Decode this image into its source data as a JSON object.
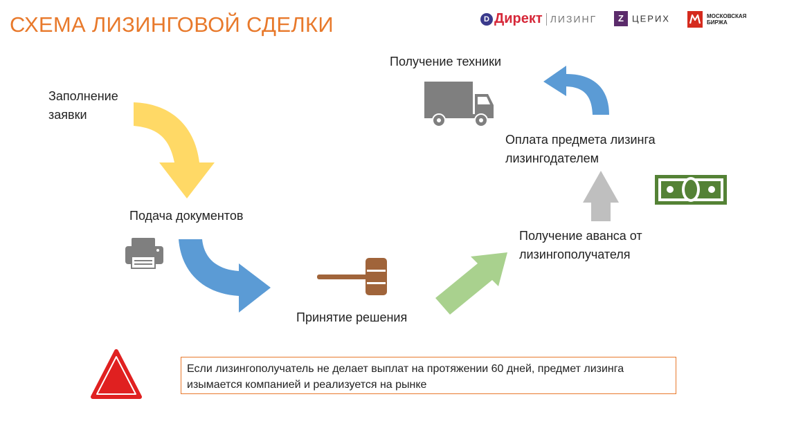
{
  "title": "СХЕМА ЛИЗИНГОВОЙ СДЕЛКИ",
  "logos": {
    "direkt_brand": "Директ",
    "direkt_sub": "ЛИЗИНГ",
    "zerikh_mark": "Z",
    "zerikh_text": "ЦЕРИХ",
    "moex_text": "МОСКОВСКАЯ БИРЖА"
  },
  "steps": {
    "application": "Заполнение\nзаявки",
    "documents": "Подача документов",
    "decision": "Принятие решения",
    "advance": "Получение аванса от\nлизингополучателя",
    "payment": "Оплата предмета лизинга\nлизингодателем",
    "receipt": "Получение техники"
  },
  "icons": [
    "printer-icon",
    "gavel-icon",
    "banknote-icon",
    "truck-icon",
    "warning-icon"
  ],
  "colors": {
    "title": "#E8792B",
    "arrow_yellow": "#FFD966",
    "arrow_blue": "#5B9BD5",
    "arrow_green": "#A9D18E",
    "arrow_gray": "#BFBFBF",
    "money": "#548235",
    "gavel": "#A0643A",
    "warning": "#E02020",
    "note_border": "#E8792B"
  },
  "note": {
    "text": "Если лизингополучатель не делает выплат на протяжении 60 дней, предмет лизинга изымается компанией и реализуется на рынке"
  }
}
